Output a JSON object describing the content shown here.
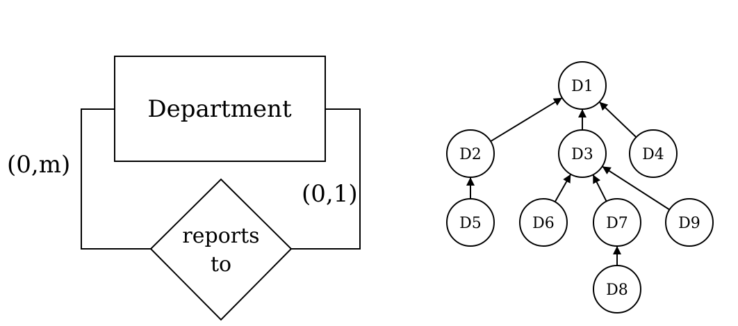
{
  "er": {
    "entity": "Department",
    "relationship": [
      "reports",
      "to"
    ],
    "card_left": "(0,m)",
    "card_right": "(0,1)"
  },
  "tree": {
    "nodes": [
      {
        "id": "d1",
        "label": "D1"
      },
      {
        "id": "d2",
        "label": "D2"
      },
      {
        "id": "d3",
        "label": "D3"
      },
      {
        "id": "d4",
        "label": "D4"
      },
      {
        "id": "d5",
        "label": "D5"
      },
      {
        "id": "d6",
        "label": "D6"
      },
      {
        "id": "d7",
        "label": "D7"
      },
      {
        "id": "d9",
        "label": "D9"
      },
      {
        "id": "d8",
        "label": "D8"
      }
    ],
    "edges": [
      {
        "from": "d2",
        "to": "d1"
      },
      {
        "from": "d3",
        "to": "d1"
      },
      {
        "from": "d4",
        "to": "d1"
      },
      {
        "from": "d5",
        "to": "d2"
      },
      {
        "from": "d6",
        "to": "d3"
      },
      {
        "from": "d7",
        "to": "d3"
      },
      {
        "from": "d9",
        "to": "d3"
      },
      {
        "from": "d8",
        "to": "d7"
      }
    ]
  }
}
